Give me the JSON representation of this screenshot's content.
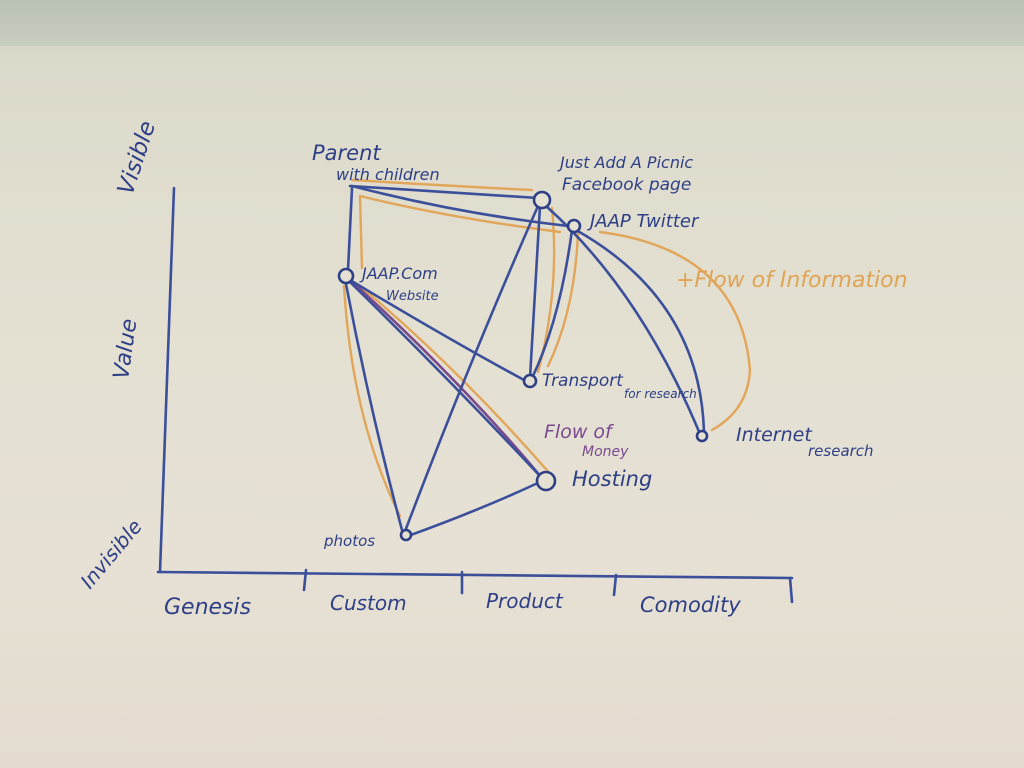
{
  "y_axis": {
    "top": "Visible",
    "middle": "Value",
    "bottom": "Invisible"
  },
  "x_axis": {
    "stages": [
      "Genesis",
      "Custom",
      "Product",
      "Comodity"
    ]
  },
  "components": {
    "parent": [
      "Parent",
      "with children"
    ],
    "facebook": [
      "Just Add A Picnic",
      "Facebook page"
    ],
    "twitter": "JAAP Twitter",
    "website": [
      "JAAP.Com",
      "Website"
    ],
    "transport": [
      "Transport",
      "for research"
    ],
    "internet": [
      "Internet",
      "research"
    ],
    "hosting": "Hosting",
    "photos": "photos"
  },
  "annotations": {
    "information": "+Flow of Information",
    "money": [
      "Flow of",
      "Money"
    ]
  },
  "colors": {
    "ink": "#2e3f86",
    "information_flow": "#e2a65a",
    "money_flow": "#7a4a8c"
  }
}
